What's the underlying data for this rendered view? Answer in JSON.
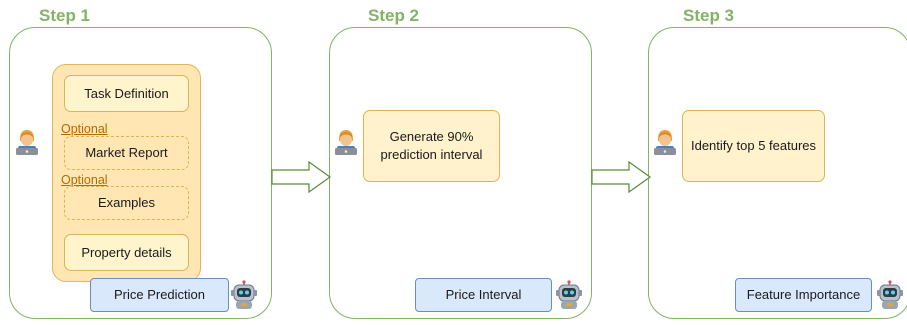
{
  "steps": [
    {
      "title": "Step 1"
    },
    {
      "title": "Step 2"
    },
    {
      "title": "Step 3"
    }
  ],
  "step1": {
    "task_definition": "Task Definition",
    "optional_label_1": "Optional",
    "market_report": "Market Report",
    "optional_label_2": "Optional",
    "examples": "Examples",
    "property_details": "Property details",
    "output": "Price Prediction"
  },
  "step2": {
    "prompt": "Generate 90% prediction interval",
    "output": "Price Interval"
  },
  "step3": {
    "prompt": "Identify top 5 features",
    "output": "Feature Importance"
  },
  "icons": {
    "user": "person-at-laptop-icon",
    "model": "robot-icon"
  },
  "colors": {
    "step_green": "#82b366",
    "input_yellow": "#fff2cc",
    "output_blue": "#dae8fc",
    "optional_orange": "#b26b00"
  }
}
